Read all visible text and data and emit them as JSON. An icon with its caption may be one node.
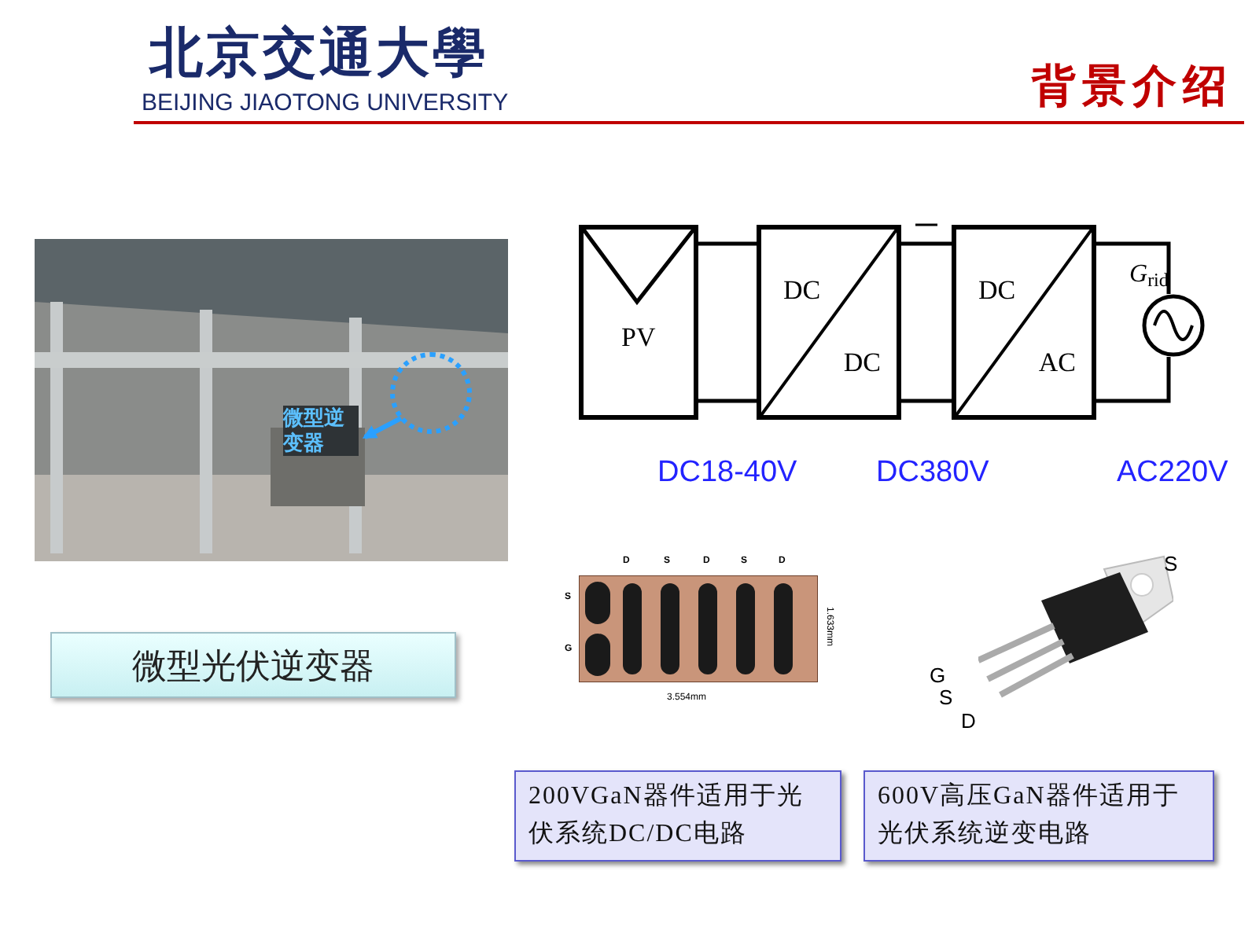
{
  "diagram": {
    "title": "背景介绍",
    "nodes": [
      {
        "text": [
          "PV"
        ]
      },
      {
        "text": [
          "DC",
          "DC"
        ]
      },
      {
        "text": [
          "DC",
          "AC"
        ]
      },
      {
        "text": [
          "*G*$_{rid}$"
        ]
      },
      {
        "text": [],
        "shape": "picture"
      },
      {
        "text": [
          "微型逆变器"
        ],
        "in": 4
      },
      {
        "text": [],
        "shape": "circle",
        "in": 4
      },
      {
        "text": [
          "微型光伏逆变器"
        ]
      },
      {
        "text": [],
        "shape": "picture"
      },
      {
        "text": [],
        "shape": "picture"
      },
      {
        "text": [
          "200VGaN器件适用于光伏系统DC/DC电路"
        ]
      },
      {
        "text": [
          "600V高压GaN器件适用于光伏系统逆变电路"
        ]
      }
    ],
    "edges": [
      {
        "from": 0,
        "to": 1,
        "arrow": "none"
      },
      {
        "from": 0,
        "to": 1,
        "arrow": "none"
      },
      {
        "from": 1,
        "to": 2,
        "arrow": "none"
      },
      {
        "from": 1,
        "to": 2,
        "arrow": "none"
      },
      {
        "from": 2,
        "to": 3,
        "arrow": "none"
      },
      {
        "from": 2,
        "to": 3,
        "arrow": "none"
      },
      {
        "from": 6,
        "to": 5,
        "arrow": "to",
        "color": "#2aa0ff"
      }
    ],
    "labels": [
      "北京交通大學",
      "BEIJING JIAOTONG UNIVERSITY",
      "DC18-40V",
      "DC380V",
      "AC220V",
      "D",
      "S",
      "D",
      "S",
      "D",
      "S",
      "G",
      "1.633mm",
      "3.554mm",
      "S",
      "G",
      "S",
      "D"
    ]
  }
}
